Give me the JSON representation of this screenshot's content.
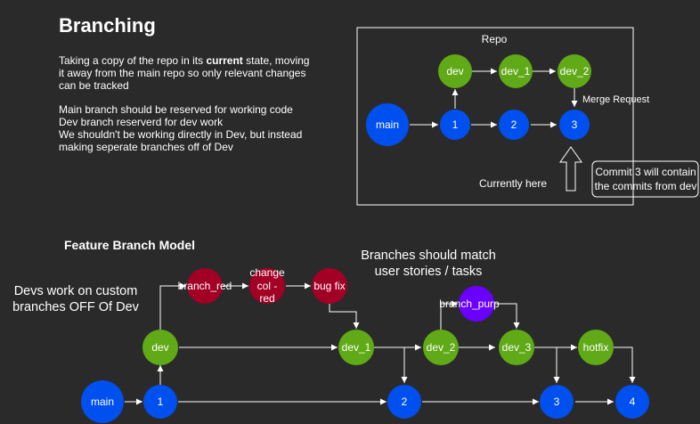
{
  "title": "Branching",
  "intro": {
    "line1_pre": "Taking a copy of the repo in its ",
    "line1_bold": "current",
    "line1_post": " state, moving",
    "line2": "it away from the main repo so only relevant changes",
    "line3": "can be tracked"
  },
  "rules": [
    "Main branch should be reserved for working code",
    "Dev branch reserverd for dev work",
    "We shouldn't be working directly in Dev, but instead",
    "making seperate branches off of Dev"
  ],
  "repo": {
    "title": "Repo",
    "nodes": {
      "main": "main",
      "n1": "1",
      "n2": "2",
      "n3": "3",
      "dev": "dev",
      "dev1": "dev_1",
      "dev2": "dev_2"
    },
    "merge_request": "Merge Request",
    "currently_here": "Currently here",
    "note_line1": "Commit 3 will contain",
    "note_line2": "the commits from dev"
  },
  "feature": {
    "title": "Feature Branch Model",
    "devs_note": "Devs work on custom branches OFF Of Dev",
    "stories_note": "Branches should match user stories / tasks",
    "nodes": {
      "main": "main",
      "n1": "1",
      "n2": "2",
      "n3": "3",
      "n4": "4",
      "dev": "dev",
      "dev1": "dev_1",
      "dev2": "dev_2",
      "dev3": "dev_3",
      "hotfix": "hotfix",
      "branch_red": "branch_red",
      "change_l1": "change",
      "change_l2": "col -",
      "change_l3": "red",
      "bugfix": "bug fix",
      "branch_purp": "branch_purp"
    }
  },
  "colors": {
    "background": "#2a2a2a",
    "blue": "#0050ef",
    "green": "#60a917",
    "red": "#a20025",
    "purple": "#6a00ff",
    "line": "#ffffff"
  }
}
